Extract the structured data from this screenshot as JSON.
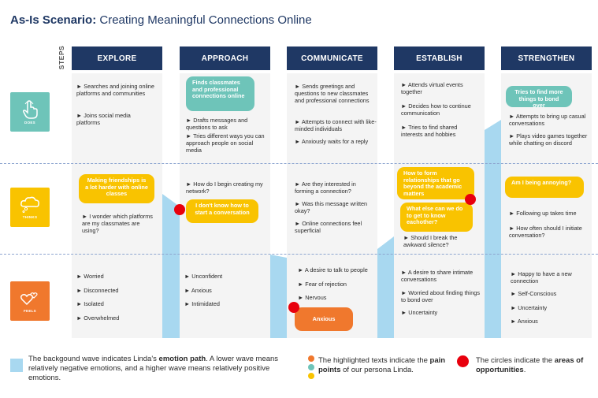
{
  "title": {
    "bold": "As-Is Scenario:",
    "rest": " Creating Meaningful Connections Online"
  },
  "steps_label": "STEPS",
  "columns": [
    "EXPLORE",
    "APPROACH",
    "COMMUNICATE",
    "ESTABLISH",
    "STRENGTHEN"
  ],
  "rows": [
    {
      "label": "DOES",
      "icon": "hand-tap-icon",
      "color": "#6ec4b9"
    },
    {
      "label": "THINKS",
      "icon": "thought-bubble-icon",
      "color": "#f9c300"
    },
    {
      "label": "FEELS",
      "icon": "hearts-icon",
      "color": "#f0782d"
    }
  ],
  "does": {
    "explore": [
      "► Searches and joining online platforms and communities",
      "► Joins social media platforms"
    ],
    "approach_note": "Finds classmates and professional connections online",
    "approach": [
      "► Drafts messages and questions to ask",
      "► Tries different ways you can approach people on social media"
    ],
    "communicate": [
      "► Sends greetings and questions to new classmates and professional connections",
      "► Attempts to connect with like-minded individuals",
      "► Anxiously waits for a reply"
    ],
    "establish": [
      "► Attends virtual events together",
      "► Decides how to continue communication",
      "► Tries to find shared interests and hobbies"
    ],
    "strengthen_note": "Tries to find more things to bond over",
    "strengthen": [
      "► Attempts to bring up casual conversations",
      "► Plays video games together while chatting on discord"
    ]
  },
  "thinks": {
    "explore_note": "Making friendships is a lot harder with online classes",
    "explore": [
      "► I wonder which platforms are my classmates are using?"
    ],
    "approach": [
      "► How do I begin creating my network?"
    ],
    "approach_note": "I don't know how to start a conversation",
    "communicate": [
      "► Are they interested in forming a connection?",
      "► Was this message written okay?",
      "► Online connections feel superficial"
    ],
    "establish_note1": "How to form relationships that go beyond the academic matters",
    "establish_note2": "What else can we do to get to know eachother?",
    "establish": [
      "► Should I break the awkward silence?"
    ],
    "strengthen_note": "Am I being annoying?",
    "strengthen": [
      "► Following up takes time",
      "► How often should I initiate conversation?"
    ]
  },
  "feels": {
    "explore": [
      "► Worried",
      "► Disconnected",
      "► Isolated",
      "► Overwhelmed"
    ],
    "approach": [
      "► Unconfident",
      "► Anxious",
      "► Intimidated"
    ],
    "communicate": [
      "► A desire to talk to people",
      "► Fear of rejection",
      "► Nervous"
    ],
    "communicate_note": "Anxious",
    "establish": [
      "► A desire to share intimate conversations",
      "► Worried about finding things to bond over",
      "► Uncertainty"
    ],
    "strengthen": [
      "► Happy to have a new connection",
      "► Self-Conscious",
      "► Uncertainty",
      "► Anxious"
    ]
  },
  "legend": {
    "wave": {
      "pre": "The backgound wave indicates Linda's ",
      "bold": "emotion path",
      "post": ". A lower wave means relatively negative emotions, and a higher wave means relatively positive emotions."
    },
    "highlight": {
      "pre": "The highlighted texts indicate the ",
      "bold": "pain points",
      "post": " of our persona Linda."
    },
    "circles": {
      "pre": "The circles indicate the ",
      "bold": "areas of opportunities",
      "post": "."
    }
  },
  "colors": {
    "navy": "#1f3864",
    "teal": "#6ec4b9",
    "yellow": "#f9c300",
    "orange": "#f0782d",
    "wave": "#a8d8f0",
    "dot": "#e8000d"
  }
}
